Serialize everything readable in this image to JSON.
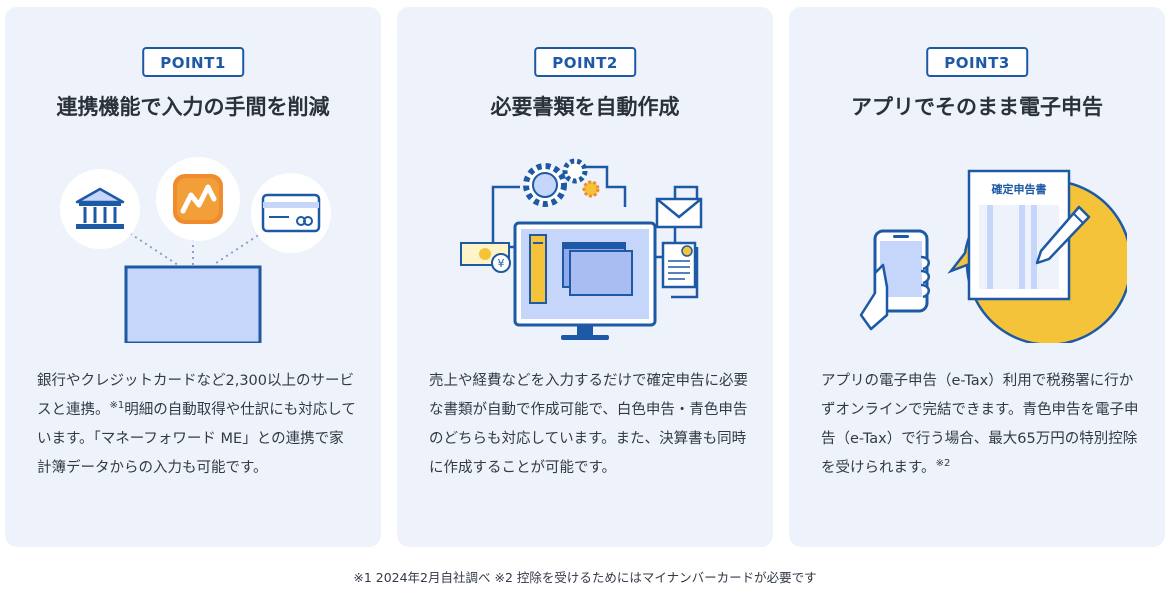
{
  "points": [
    {
      "badge": "POINT1",
      "title": "連携機能で入力の手間を削減",
      "desc_a": "銀行やクレジットカードなど2,300以上のサービスと連携。",
      "desc_sup": "※1",
      "desc_b": "明細の自動取得や仕訳にも対応しています。「マネーフォワード ME」との連携で家計簿データからの入力も可能です。"
    },
    {
      "badge": "POINT2",
      "title": "必要書類を自動作成",
      "desc_a": "売上や経費などを入力するだけで確定申告に必要な書類が自動で作成可能で、白色申告・青色申告のどちらも対応しています。また、決算書も同時に作成することが可能です。",
      "desc_sup": "",
      "desc_b": ""
    },
    {
      "badge": "POINT3",
      "title": "アプリでそのまま電子申告",
      "desc_a": "アプリの電子申告（e-Tax）利用で税務署に行かずオンラインで完結できます。青色申告を電子申告（e-Tax）で行う場合、最大65万円の特別控除を受けられます。",
      "desc_sup": "※2",
      "desc_b": ""
    }
  ],
  "illustrations": {
    "yen_sign": "¥",
    "tax_form_title": "確定申告書"
  },
  "footnote": "※1 2024年2月自社調べ ※2 控除を受けるためにはマイナンバーカードが必要です",
  "colors": {
    "card_bg": "#eef2fb",
    "accent_blue": "#1d59a4",
    "light_blue": "#c6d6fb",
    "yellow": "#f5c33a",
    "orange": "#f08c2e"
  }
}
